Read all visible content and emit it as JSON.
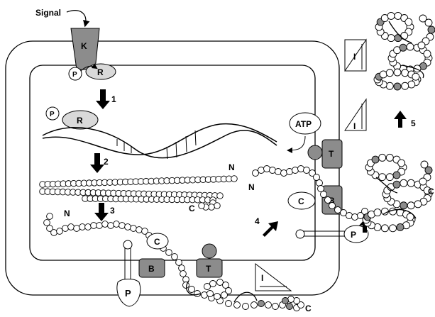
{
  "labels": {
    "signal": "Signal",
    "kinase": "K",
    "receptor": "R",
    "phosphate": "P",
    "atp": "ATP",
    "transporter": "T",
    "binding": "B",
    "cap": "C",
    "inhibitor": "I",
    "n_terminus": "N",
    "c_terminus": "C"
  },
  "steps": [
    "1",
    "2",
    "3",
    "4",
    "5"
  ],
  "colors": {
    "stroke": "#000000",
    "membrane_fill": "#ffffff",
    "light_gray": "#d9d9d9",
    "dark_gray": "#8c8c8c",
    "bead_white": "#ffffff",
    "bead_gray": "#8c8c8c"
  }
}
